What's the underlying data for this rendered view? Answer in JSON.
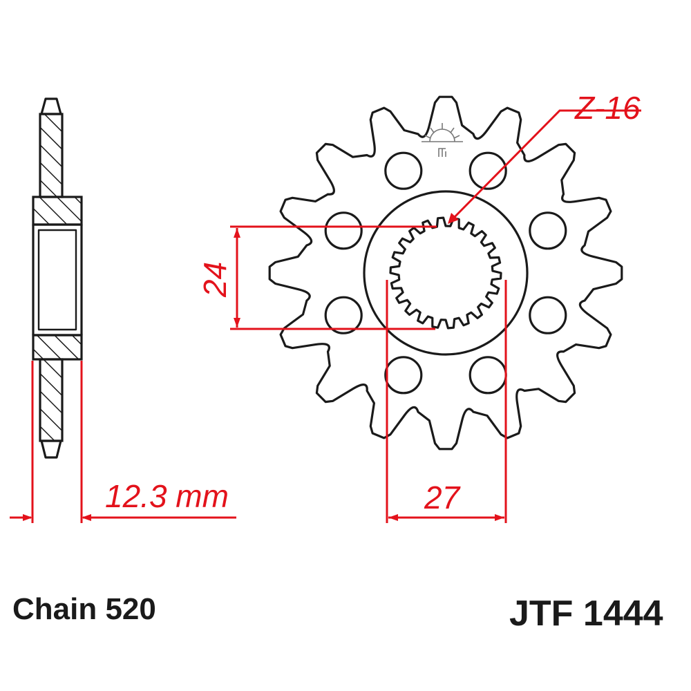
{
  "drawing": {
    "part_number": "JTF 1444",
    "chain_label": "Chain 520",
    "teeth_label": "Z-16",
    "dimensions": {
      "thickness": "12.3 mm",
      "spline_inner": "24",
      "spline_outer": "27"
    },
    "colors": {
      "outline": "#1a1a1a",
      "dimension": "#e3121b",
      "background": "#ffffff"
    },
    "geometry": {
      "teeth": 16,
      "bolt_holes": 8,
      "spline_teeth": 22
    },
    "logo_icon": "sun-logo-icon"
  }
}
